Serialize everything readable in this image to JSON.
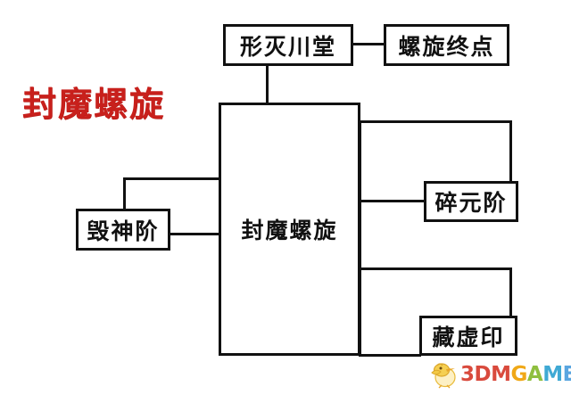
{
  "title": {
    "text": "封魔螺旋",
    "color": "#c8201c"
  },
  "diagram": {
    "type": "flow-tree",
    "line_color": "#111111",
    "background": "#ffffff",
    "nodes": [
      {
        "id": "xingmiechuantang",
        "label": "形灭川堂"
      },
      {
        "id": "luoxuanzhongdian",
        "label": "螺旋终点"
      },
      {
        "id": "fengmoluoxuan",
        "label": "封魔螺旋"
      },
      {
        "id": "huishenjie",
        "label": "毁神阶"
      },
      {
        "id": "suiyuanjie",
        "label": "碎元阶"
      },
      {
        "id": "cangxuyin",
        "label": "藏虚印"
      }
    ]
  },
  "watermark": {
    "icon": "chick-logo-icon",
    "part1": "3DM",
    "part2": "G",
    "part3": "A",
    "part4": "M",
    "part5": "E"
  }
}
